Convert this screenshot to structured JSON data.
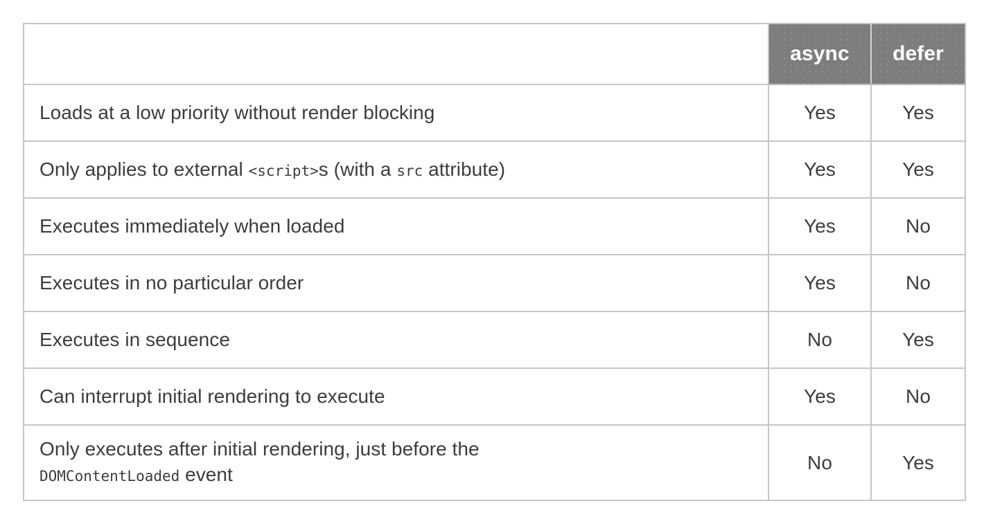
{
  "table": {
    "columns": [
      {
        "key": "description",
        "label": ""
      },
      {
        "key": "async",
        "label": "async"
      },
      {
        "key": "defer",
        "label": "defer"
      }
    ],
    "header": {
      "blank_label": "",
      "async_label": "async",
      "defer_label": "defer"
    },
    "rows": [
      {
        "description": "Loads at a low priority without render blocking",
        "parts": [
          {
            "type": "text",
            "text": "Loads at a low priority without render blocking"
          }
        ],
        "async": "Yes",
        "defer": "Yes"
      },
      {
        "description": "Only applies to external <script>s (with a src attribute)",
        "parts": [
          {
            "type": "text",
            "text": "Only applies to external "
          },
          {
            "type": "code",
            "text": "<script>"
          },
          {
            "type": "text",
            "text": "s (with a "
          },
          {
            "type": "code",
            "text": "src"
          },
          {
            "type": "text",
            "text": " attribute)"
          }
        ],
        "async": "Yes",
        "defer": "Yes"
      },
      {
        "description": "Executes immediately when loaded",
        "parts": [
          {
            "type": "text",
            "text": "Executes immediately when loaded"
          }
        ],
        "async": "Yes",
        "defer": "No"
      },
      {
        "description": "Executes in no particular order",
        "parts": [
          {
            "type": "text",
            "text": "Executes in no particular order"
          }
        ],
        "async": "Yes",
        "defer": "No"
      },
      {
        "description": "Executes in sequence",
        "parts": [
          {
            "type": "text",
            "text": "Executes in sequence"
          }
        ],
        "async": "No",
        "defer": "Yes"
      },
      {
        "description": "Can interrupt initial rendering to execute",
        "parts": [
          {
            "type": "text",
            "text": "Can interrupt initial rendering to execute"
          }
        ],
        "async": "Yes",
        "defer": "No"
      },
      {
        "description": "Only executes after initial rendering, just before the DOMContentLoaded event",
        "parts": [
          {
            "type": "text",
            "text": "Only executes after initial rendering, just before the "
          },
          {
            "type": "linebreak"
          },
          {
            "type": "code",
            "text": "DOMContentLoaded"
          },
          {
            "type": "text",
            "text": " event"
          }
        ],
        "async": "No",
        "defer": "Yes"
      }
    ]
  },
  "colors": {
    "header_background": "#7d7d7d",
    "header_text": "#ffffff",
    "body_text": "#3a3d3f",
    "border": "#c4c6c8",
    "page_background": "#ffffff"
  }
}
